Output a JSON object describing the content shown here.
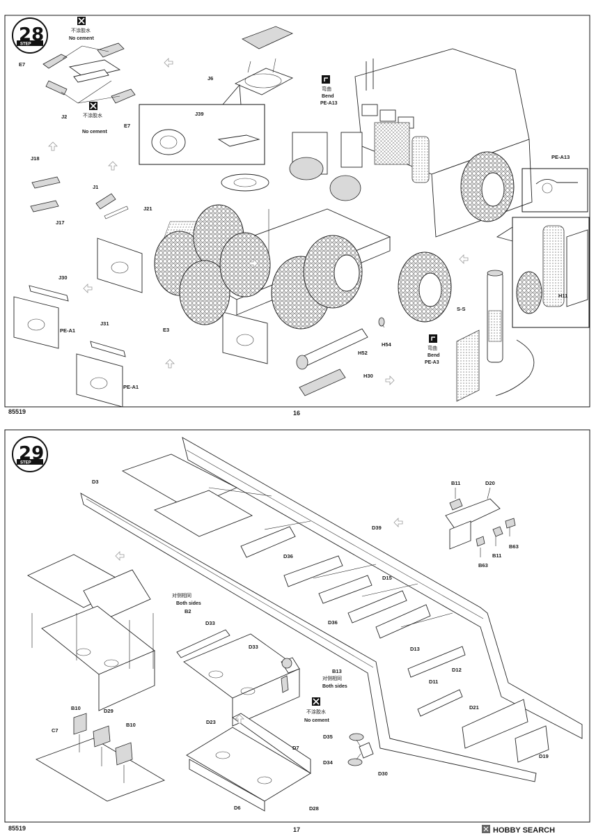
{
  "pages": [
    {
      "step": "28",
      "step_word": "STEP",
      "kit_number": "85519",
      "page_number": "16",
      "nocement_label_cn": "不涂胶水",
      "nocement_label_en": "No cement",
      "bend_label_cn": "弯曲",
      "bend_label_en": "Bend",
      "bend_part_1": "PE-A13",
      "bend_part_2": "PE-A3",
      "parts": {
        "E7a": "E7",
        "E7b": "E7",
        "J2": "J2",
        "J6": "J6",
        "J39": "J39",
        "J18": "J18",
        "J17": "J17",
        "J1": "J1",
        "J21": "J21",
        "J30": "J30",
        "PEA1a": "PE-A1",
        "J31": "J31",
        "PEA1b": "PE-A1",
        "E3": "E3",
        "H52": "H52",
        "H54": "H54",
        "H30": "H30",
        "PEA13c": "PE-A13",
        "H11": "H11",
        "SS": "S-S"
      }
    },
    {
      "step": "29",
      "step_word": "STEP",
      "kit_number": "85519",
      "page_number": "17",
      "both_sides_cn": "对侧相同",
      "both_sides_en": "Both sides",
      "both_sides_cn_2": "对侧相同",
      "both_sides_en_2": "Both sides",
      "nocement_label_cn": "不涂胶水",
      "nocement_label_en": "No cement",
      "parts": {
        "D3": "D3",
        "B11a": "B11",
        "D20": "D20",
        "B63a": "B63",
        "B11b": "B11",
        "B63b": "B63",
        "D39": "D39",
        "D36a": "D36",
        "D15": "D15",
        "D36b": "D36",
        "D13": "D13",
        "D12": "D12",
        "D11": "D11",
        "D21": "D21",
        "D19": "D19",
        "B2": "B2",
        "D33a": "D33",
        "D33b": "D33",
        "B13": "B13",
        "B10a": "B10",
        "D29": "D29",
        "B10b": "B10",
        "C7": "C7",
        "D23": "D23",
        "D7": "D7",
        "D6": "D6",
        "D28": "D28",
        "D35": "D35",
        "D34": "D34",
        "D30": "D30"
      }
    }
  ],
  "watermark": "HOBBY SEARCH"
}
